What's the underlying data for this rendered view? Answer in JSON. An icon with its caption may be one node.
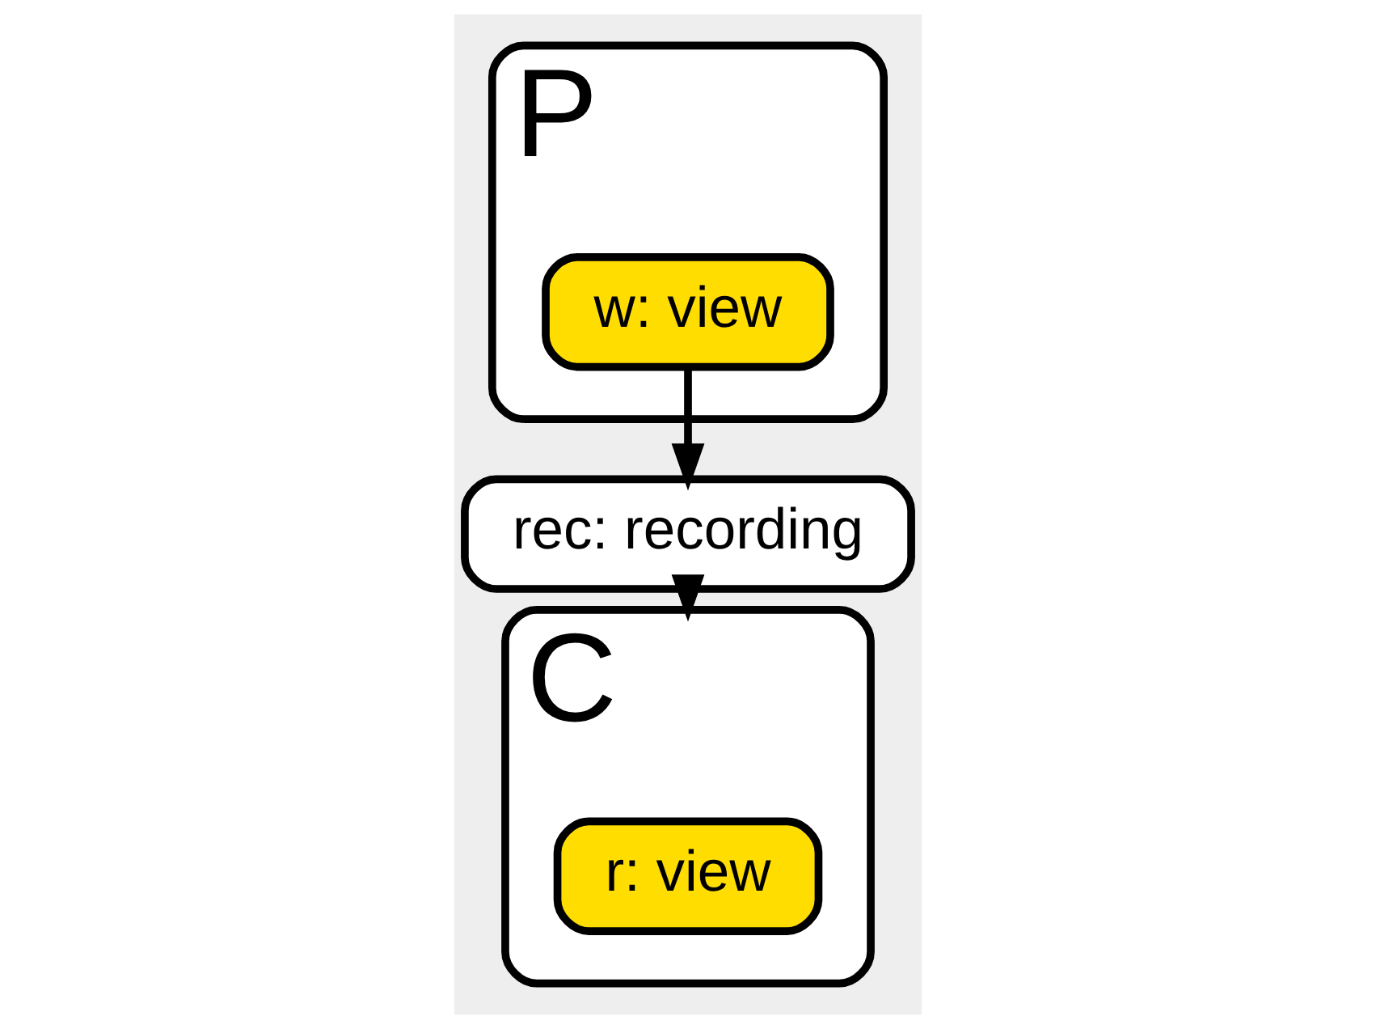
{
  "diagram": {
    "nodes": [
      {
        "text": [
          "P"
        ]
      },
      {
        "text": [
          "w: view"
        ],
        "in": 0
      },
      {
        "text": [
          "rec: recording"
        ]
      },
      {
        "text": [
          "C"
        ]
      },
      {
        "text": [
          "r: view"
        ],
        "in": 3
      }
    ],
    "edges": [
      {
        "from": 1,
        "to": 2,
        "arrow": "to"
      },
      {
        "from": 2,
        "to": 3,
        "arrow": "to"
      }
    ]
  }
}
